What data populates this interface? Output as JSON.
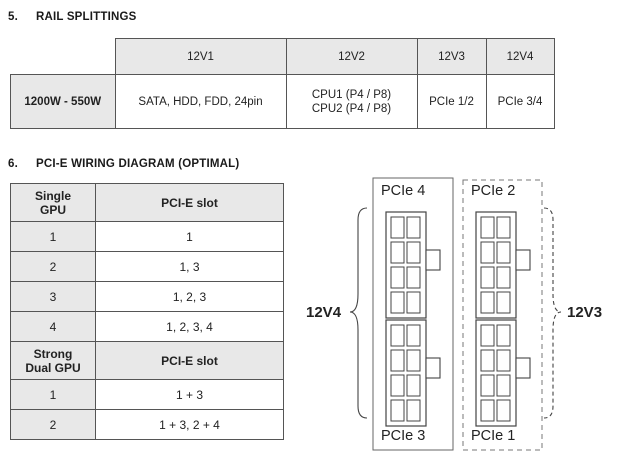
{
  "section5": {
    "number": "5.",
    "title": "RAIL SPLITTINGS"
  },
  "rail_table": {
    "headers": [
      "12V1",
      "12V2",
      "12V3",
      "12V4"
    ],
    "row_label": "1200W - 550W",
    "cells": {
      "v1": "SATA, HDD, FDD, 24pin",
      "v2_line1": "CPU1 (P4 / P8)",
      "v2_line2": "CPU2 (P4 / P8)",
      "v3": "PCIe 1/2",
      "v4": "PCIe 3/4"
    }
  },
  "section6": {
    "number": "6.",
    "title": "PCI-E WIRING DIAGRAM (OPTIMAL)"
  },
  "pcie_table": {
    "single_header_line1": "Single",
    "single_header_line2": "GPU",
    "slot_header": "PCI-E slot",
    "single_rows": [
      {
        "gpu": "1",
        "slot": "1"
      },
      {
        "gpu": "2",
        "slot": "1, 3"
      },
      {
        "gpu": "3",
        "slot": "1, 2, 3"
      },
      {
        "gpu": "4",
        "slot": "1, 2, 3, 4"
      }
    ],
    "dual_header_line1": "Strong",
    "dual_header_line2": "Dual GPU",
    "dual_slot_header": "PCI-E slot",
    "dual_rows": [
      {
        "gpu": "1",
        "slot": "1 + 3"
      },
      {
        "gpu": "2",
        "slot": "1 + 3, 2 + 4"
      }
    ]
  },
  "diagram": {
    "left_rail": "12V4",
    "right_rail": "12V3",
    "pcie4": "PCIe 4",
    "pcie3": "PCIe 3",
    "pcie2": "PCIe 2",
    "pcie1": "PCIe 1"
  }
}
